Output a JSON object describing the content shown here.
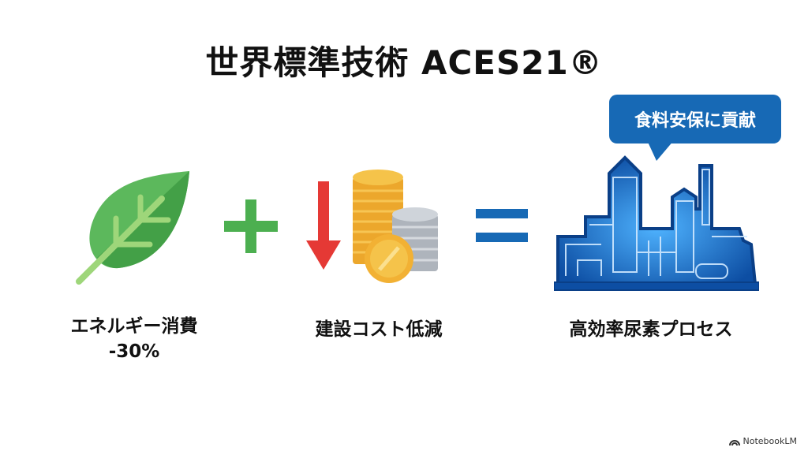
{
  "title": "世界標準技術 ACES21®",
  "bubble": {
    "text": "食料安保に貢献",
    "color": "#1769b5"
  },
  "items": [
    {
      "icon": "leaf-icon",
      "label_line1": "エネルギー消費",
      "label_line2": "-30%"
    },
    {
      "icon": "coins-down-icon",
      "label_line1": "建設コスト低減"
    },
    {
      "icon": "plant-icon",
      "label_line1": "高効率尿素プロセス"
    }
  ],
  "operators": {
    "plus": "+",
    "equals": "="
  },
  "colors": {
    "leaf": "#4caf50",
    "plus": "#4caf50",
    "arrow": "#e53935",
    "gold": "#f2b134",
    "silver": "#b8bec6",
    "equals": "#1769b5",
    "plant": "#1565c0"
  },
  "brand": "NotebookLM"
}
